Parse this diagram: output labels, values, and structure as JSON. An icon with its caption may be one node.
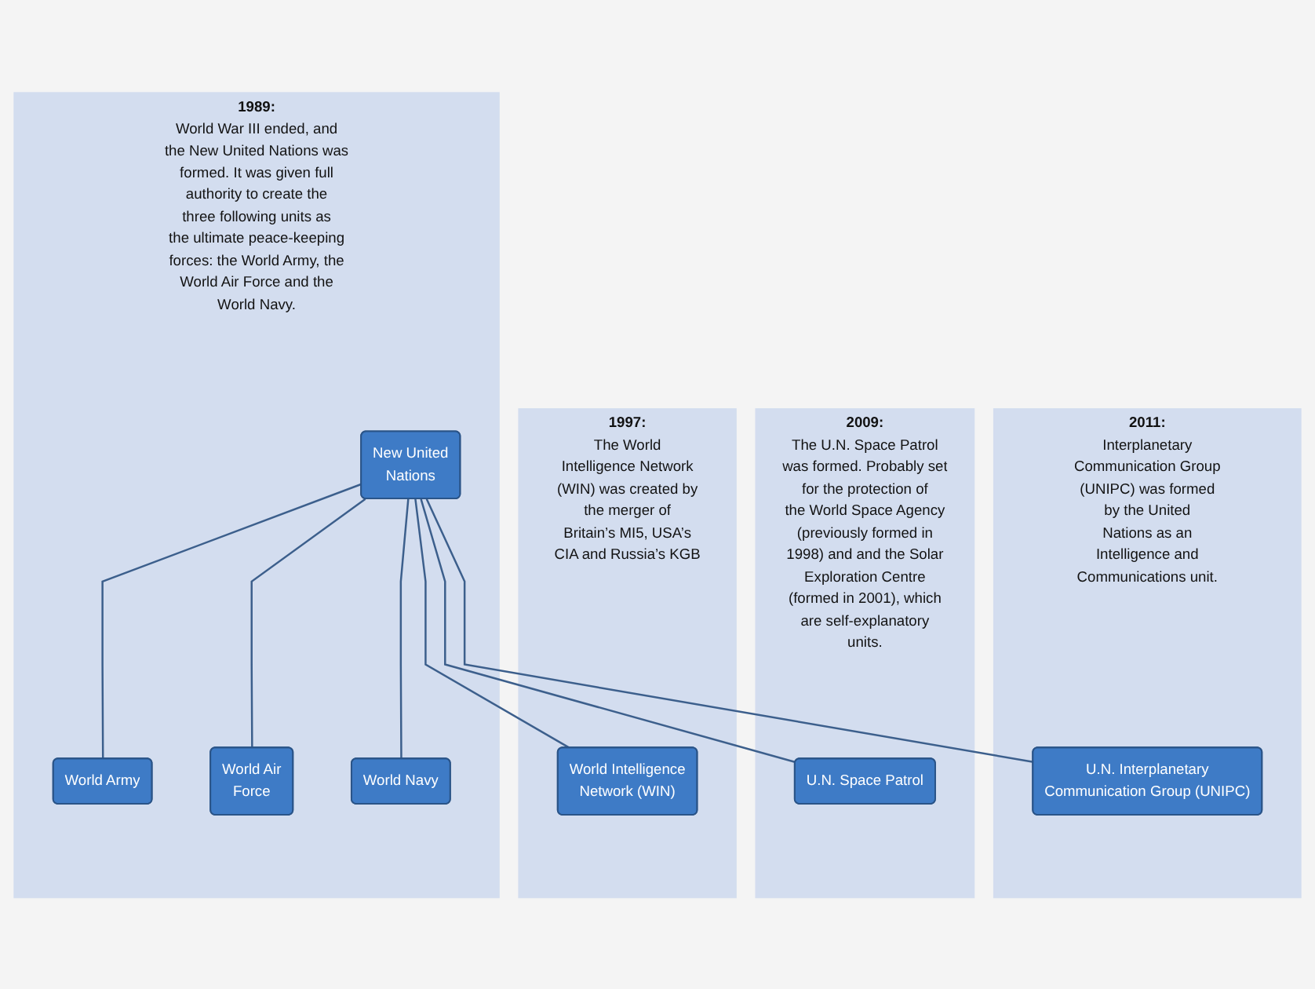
{
  "diagram": {
    "nodes": [
      {
        "text": [
          "1989:",
          "World War III ended, and the New United Nations was formed. It was given full authority to create the three following units as the ultimate peace-keeping forces: the World Army, the World Air Force and the World Navy."
        ]
      },
      {
        "text": [
          "World Army"
        ],
        "in": 0
      },
      {
        "text": [
          "World Air Force"
        ],
        "in": 0
      },
      {
        "text": [
          "World Navy"
        ],
        "in": 0
      },
      {
        "text": [
          "New United Nations"
        ],
        "in": 0
      },
      {
        "text": [
          "1997:",
          "The World Intelligence Network (WIN) was created by the merger of Britain’s MI5, USA’s CIA and Russia’s KGB"
        ]
      },
      {
        "text": [
          "World Intelligence Network (WIN)"
        ],
        "in": 5
      },
      {
        "text": [
          "2009:",
          "The U.N. Space Patrol was formed. Probably set for the protection of the World Space Agency (previously formed in 1998) and and the Solar Exploration Centre (formed in 2001), which are self-explanatory units."
        ]
      },
      {
        "text": [
          "U.N. Space Patrol"
        ],
        "in": 7
      },
      {
        "text": [
          "2011:",
          "Interplanetary Communication Group (UNIPC) was formed by the United Nations as an Intelligence and Communications unit."
        ]
      },
      {
        "text": [
          "U.N. Interplanetary Communication Group (UNIPC)"
        ],
        "in": 9
      }
    ],
    "edges": [
      {
        "from": 4,
        "to": 1,
        "arrow": "none"
      },
      {
        "from": 4,
        "to": 2,
        "arrow": "none"
      },
      {
        "from": 4,
        "to": 3,
        "arrow": "none"
      },
      {
        "from": 4,
        "to": 6,
        "arrow": "none"
      },
      {
        "from": 4,
        "to": 8,
        "arrow": "none"
      },
      {
        "from": 4,
        "to": 10,
        "arrow": "none"
      }
    ]
  }
}
